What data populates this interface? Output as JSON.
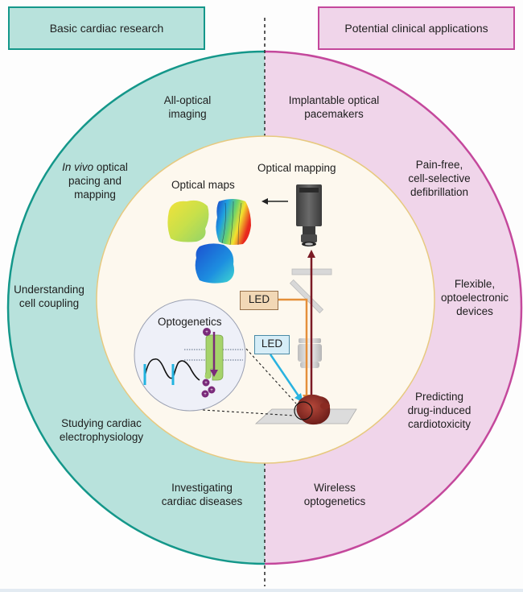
{
  "headers": {
    "left": "Basic cardiac research",
    "right": "Potential clinical applications"
  },
  "colors": {
    "research_fill": "#b8e2dc",
    "research_stroke": "#14978a",
    "clinical_fill": "#f0d5ea",
    "clinical_stroke": "#c4489c",
    "core_fill": "#fdf8ee",
    "core_stroke": "#e7c97f",
    "led_excitation": "#e58f3a",
    "emission": "#7b1a24",
    "optogenetic_light": "#2ab3e0"
  },
  "research_topics": {
    "all_optical": [
      "All-optical",
      "imaging"
    ],
    "in_vivo": {
      "italic": "In vivo",
      "rest": " optical",
      "line2": "pacing and",
      "line3": "mapping"
    },
    "cell_coupling": [
      "Understanding",
      "cell coupling"
    ],
    "electrophysiology": [
      "Studying cardiac",
      "electrophysiology"
    ],
    "diseases": [
      "Investigating",
      "cardiac diseases"
    ]
  },
  "clinical_topics": {
    "pacemakers": [
      "Implantable optical",
      "pacemakers"
    ],
    "defibrillation": [
      "Pain-free,",
      "cell-selective",
      "defibrillation"
    ],
    "devices": [
      "Flexible,",
      "optoelectronic",
      "devices"
    ],
    "cardiotoxicity": [
      "Predicting",
      "drug-induced",
      "cardiotoxicity"
    ],
    "wireless": [
      "Wireless",
      "optogenetics"
    ]
  },
  "core": {
    "optical_mapping_label": "Optical mapping",
    "optical_maps_label": "Optical maps",
    "optogenetics_label": "Optogenetics",
    "led_orange_label": "LED",
    "led_blue_label": "LED"
  }
}
